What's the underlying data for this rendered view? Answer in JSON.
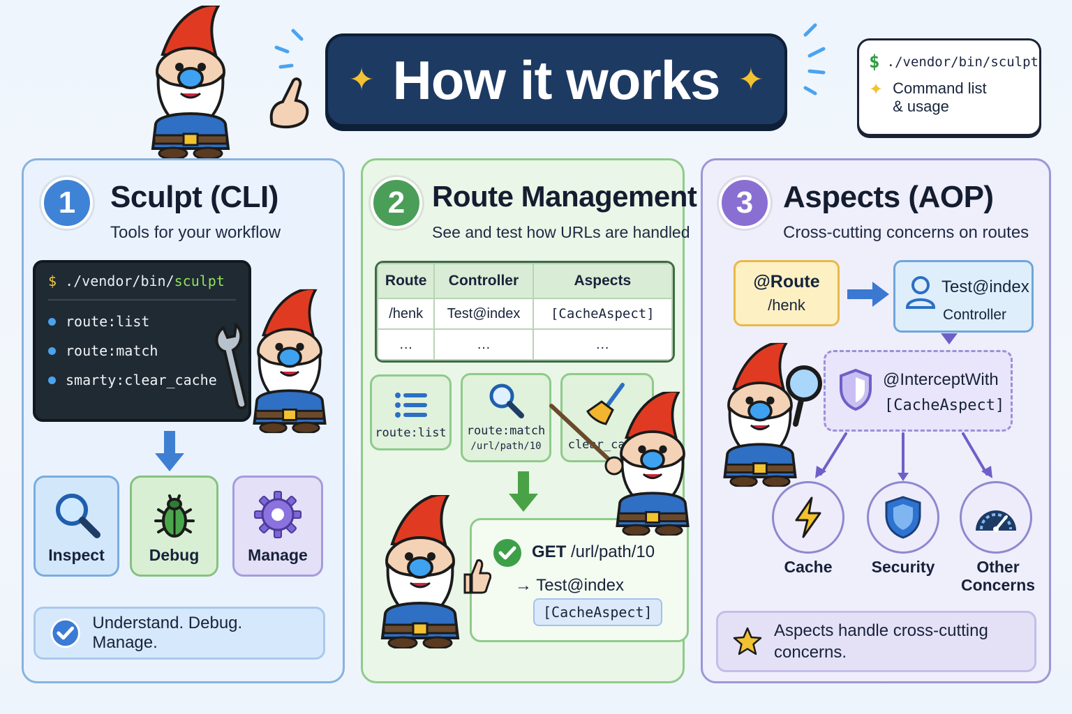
{
  "title": "How it works",
  "command_card": {
    "prompt_symbol": "$",
    "command": "./vendor/bin/sculpt",
    "note_line1": "Command list",
    "note_line2": "& usage"
  },
  "panel1": {
    "number": "1",
    "title": "Sculpt (CLI)",
    "subtitle": "Tools for your workflow",
    "terminal": {
      "prompt_symbol": "$",
      "command_path": "./vendor/bin/",
      "command_name": "sculpt",
      "items": [
        "route:list",
        "route:match",
        "smarty:clear_cache"
      ]
    },
    "tiles": [
      {
        "label": "Inspect",
        "icon": "magnifier-icon"
      },
      {
        "label": "Debug",
        "icon": "bug-icon"
      },
      {
        "label": "Manage",
        "icon": "gear-icon"
      }
    ],
    "note": "Understand. Debug. Manage."
  },
  "panel2": {
    "number": "2",
    "title": "Route Management",
    "subtitle": "See and test how URLs are handled",
    "table": {
      "headers": [
        "Route",
        "Controller",
        "Aspects"
      ],
      "rows": [
        [
          "/henk",
          "Test@index",
          "[CacheAspect]"
        ],
        [
          "…",
          "…",
          "…"
        ]
      ]
    },
    "tools": [
      {
        "label": "route:list",
        "sublabel": "",
        "icon": "list-icon"
      },
      {
        "label": "route:match",
        "sublabel": "/url/path/10",
        "icon": "search-icon"
      },
      {
        "label": "clear_cache",
        "sublabel": "",
        "icon": "broom-icon"
      }
    ],
    "result": {
      "method": "GET",
      "path": "/url/path/10",
      "arrow": "→",
      "controller": "Test@index",
      "aspect": "[CacheAspect]"
    }
  },
  "panel3": {
    "number": "3",
    "title": "Aspects (AOP)",
    "subtitle": "Cross-cutting concerns on routes",
    "route": {
      "annotation": "@Route",
      "path": "/henk"
    },
    "controller": {
      "name": "Test@index",
      "label": "Controller"
    },
    "intercept": {
      "annotation": "@InterceptWith",
      "aspect": "[CacheAspect]"
    },
    "concerns": [
      {
        "label": "Cache",
        "icon": "lightning-icon"
      },
      {
        "label": "Security",
        "icon": "shield-icon"
      },
      {
        "label": "Other Concerns",
        "icon": "gauge-icon"
      }
    ],
    "note": "Aspects handle cross-cutting concerns."
  },
  "colors": {
    "title_bg": "#1d3a63",
    "panel1_accent": "#3f83d6",
    "panel2_accent": "#4b9e58",
    "panel3_accent": "#8a6fd3",
    "sparkle": "#f2c230"
  }
}
